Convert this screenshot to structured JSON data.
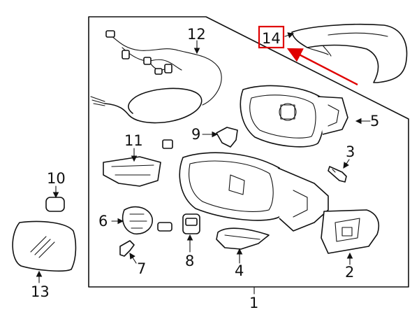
{
  "diagram": {
    "callouts": [
      "1",
      "2",
      "3",
      "4",
      "5",
      "6",
      "7",
      "8",
      "9",
      "10",
      "11",
      "12",
      "13",
      "14"
    ],
    "highlight": {
      "label": "14",
      "color": "#e00000"
    },
    "colors": {
      "line": "#111111",
      "background": "#ffffff",
      "highlight": "#e00000"
    }
  }
}
